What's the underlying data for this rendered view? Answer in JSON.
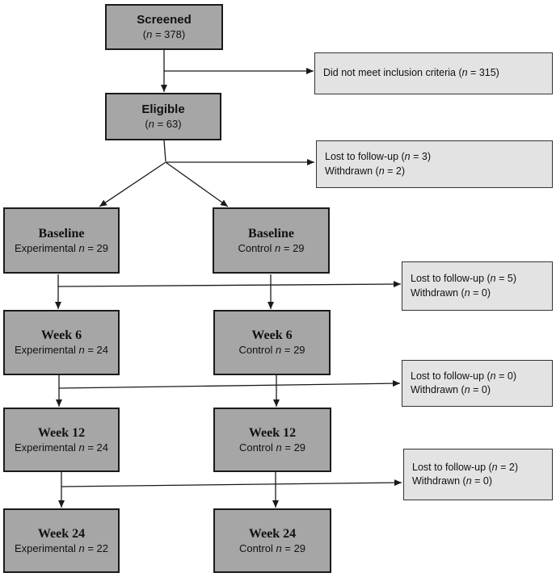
{
  "screened": {
    "title": "Screened",
    "n_label": "n",
    "n_value": "378"
  },
  "eligible": {
    "title": "Eligible",
    "n_label": "n",
    "n_value": "63"
  },
  "excluded": {
    "text": "Did not meet inclusion criteria",
    "n_label": "n",
    "n_value": "315"
  },
  "attrition_1": {
    "lost": "Lost to follow-up",
    "lost_n": "3",
    "withdrawn": "Withdrawn",
    "withdrawn_n": "2",
    "n_label": "n"
  },
  "attrition_2": {
    "lost": "Lost to follow-up",
    "lost_n": "5",
    "withdrawn": "Withdrawn",
    "withdrawn_n": "0",
    "n_label": "n"
  },
  "attrition_3": {
    "lost": "Lost to follow-up",
    "lost_n": "0",
    "withdrawn": "Withdrawn",
    "withdrawn_n": "0",
    "n_label": "n"
  },
  "attrition_4": {
    "lost": "Lost to follow-up",
    "lost_n": "2",
    "withdrawn": "Withdrawn",
    "withdrawn_n": "0",
    "n_label": "n"
  },
  "stages": [
    {
      "title": "Baseline",
      "exp_label": "Experimental",
      "exp_n": "29",
      "ctl_label": "Control",
      "ctl_n": "29",
      "n_label": "n"
    },
    {
      "title": "Week 6",
      "exp_label": "Experimental",
      "exp_n": "24",
      "ctl_label": "Control",
      "ctl_n": "29",
      "n_label": "n"
    },
    {
      "title": "Week 12",
      "exp_label": "Experimental",
      "exp_n": "24",
      "ctl_label": "Control",
      "ctl_n": "29",
      "n_label": "n"
    },
    {
      "title": "Week 24",
      "exp_label": "Experimental",
      "exp_n": "22",
      "ctl_label": "Control",
      "ctl_n": "29",
      "n_label": "n"
    }
  ],
  "colors": {
    "main_box": "#a6a6a6",
    "side_box": "#e3e3e3",
    "line": "#1a1a1a"
  }
}
